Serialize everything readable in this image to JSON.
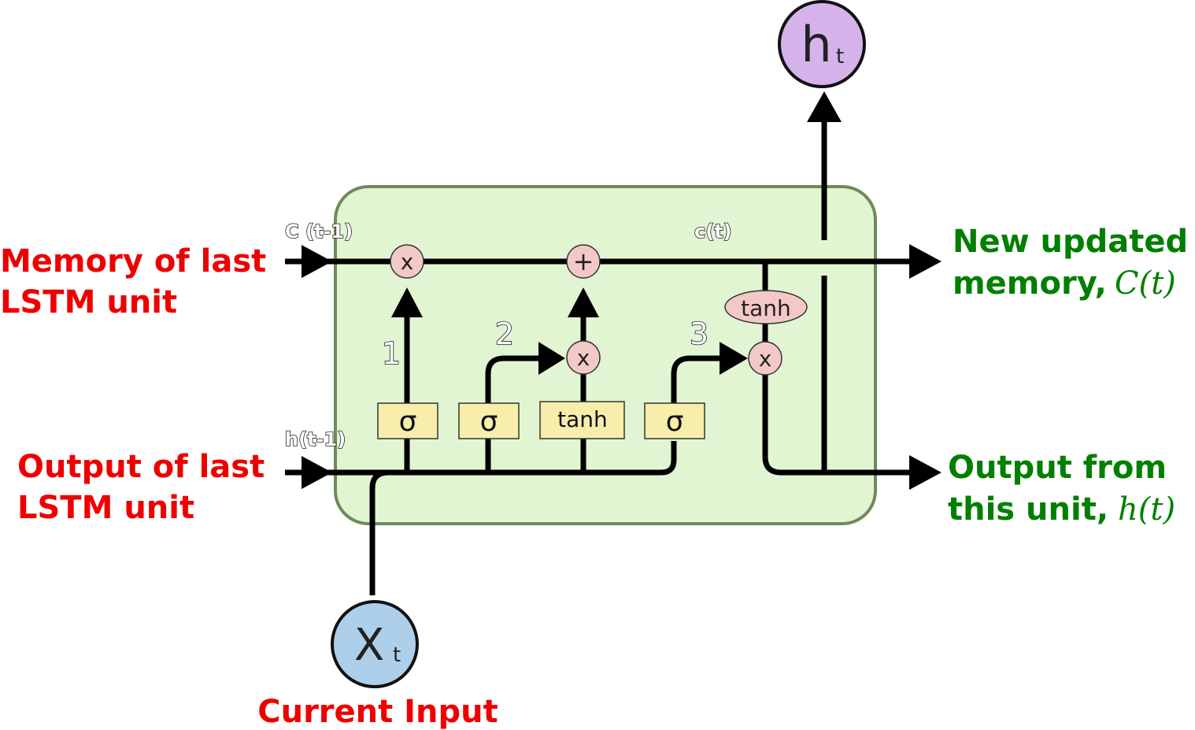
{
  "labels": {
    "memory_in_line1": "Memory of last",
    "memory_in_line2": "LSTM unit",
    "output_in_line1": "Output of last",
    "output_in_line2": "LSTM unit",
    "current_input": "Current Input",
    "memory_out_line1": "New updated",
    "memory_out_line2_text": "memory,",
    "memory_out_line2_math": "C(t)",
    "output_out_line1": "Output from",
    "output_out_line2_text": "this unit,",
    "output_out_line2_math": "h(t)"
  },
  "cell": {
    "c_prev_label": "C (t-1)",
    "c_t_label": "c(t)",
    "h_prev_label": "h(t-1)",
    "gate_numbers": [
      "1",
      "2",
      "3"
    ],
    "gates": [
      "σ",
      "σ",
      "tanh",
      "σ"
    ],
    "ops": {
      "forget_multiply": "x",
      "add": "+",
      "input_multiply": "x",
      "output_multiply": "x"
    },
    "tanh_label": "tanh"
  },
  "nodes": {
    "x_main": "X",
    "x_sub": "t",
    "h_main": "h",
    "h_sub": "t"
  },
  "colors": {
    "cell_fill": "#e2f5d3",
    "cell_stroke": "#6e8a5a",
    "gate_fill": "#f6eeaa",
    "op_fill": "#f3c9c8",
    "input_node": "#aecfea",
    "output_node": "#d6b2eb",
    "label_red": "#ee0000",
    "label_green": "#007f00"
  }
}
